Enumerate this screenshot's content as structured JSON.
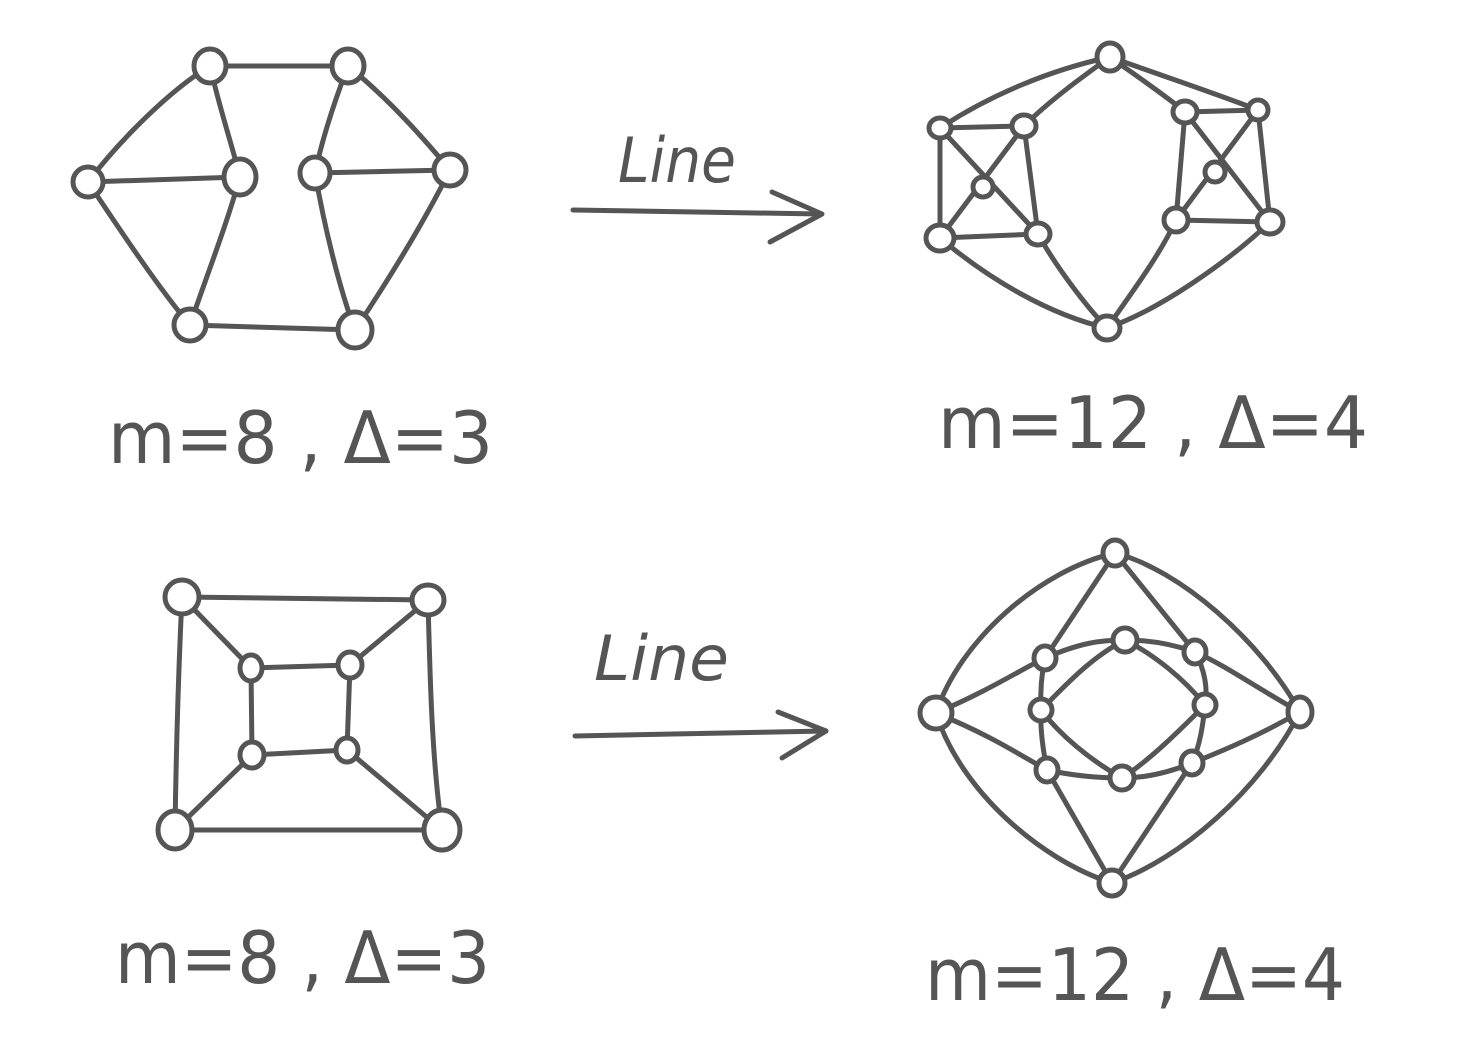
{
  "colors": {
    "ink": "#555555",
    "background": "#ffffff"
  },
  "rows": [
    {
      "source": {
        "caption": "m=8 , Δ=3"
      },
      "arrow_label": "Line",
      "target": {
        "caption": "m=12 , Δ=4"
      }
    },
    {
      "source": {
        "caption": "m=8 , Δ=3"
      },
      "arrow_label": "Line",
      "target": {
        "caption": "m=12 , Δ=4"
      }
    }
  ]
}
